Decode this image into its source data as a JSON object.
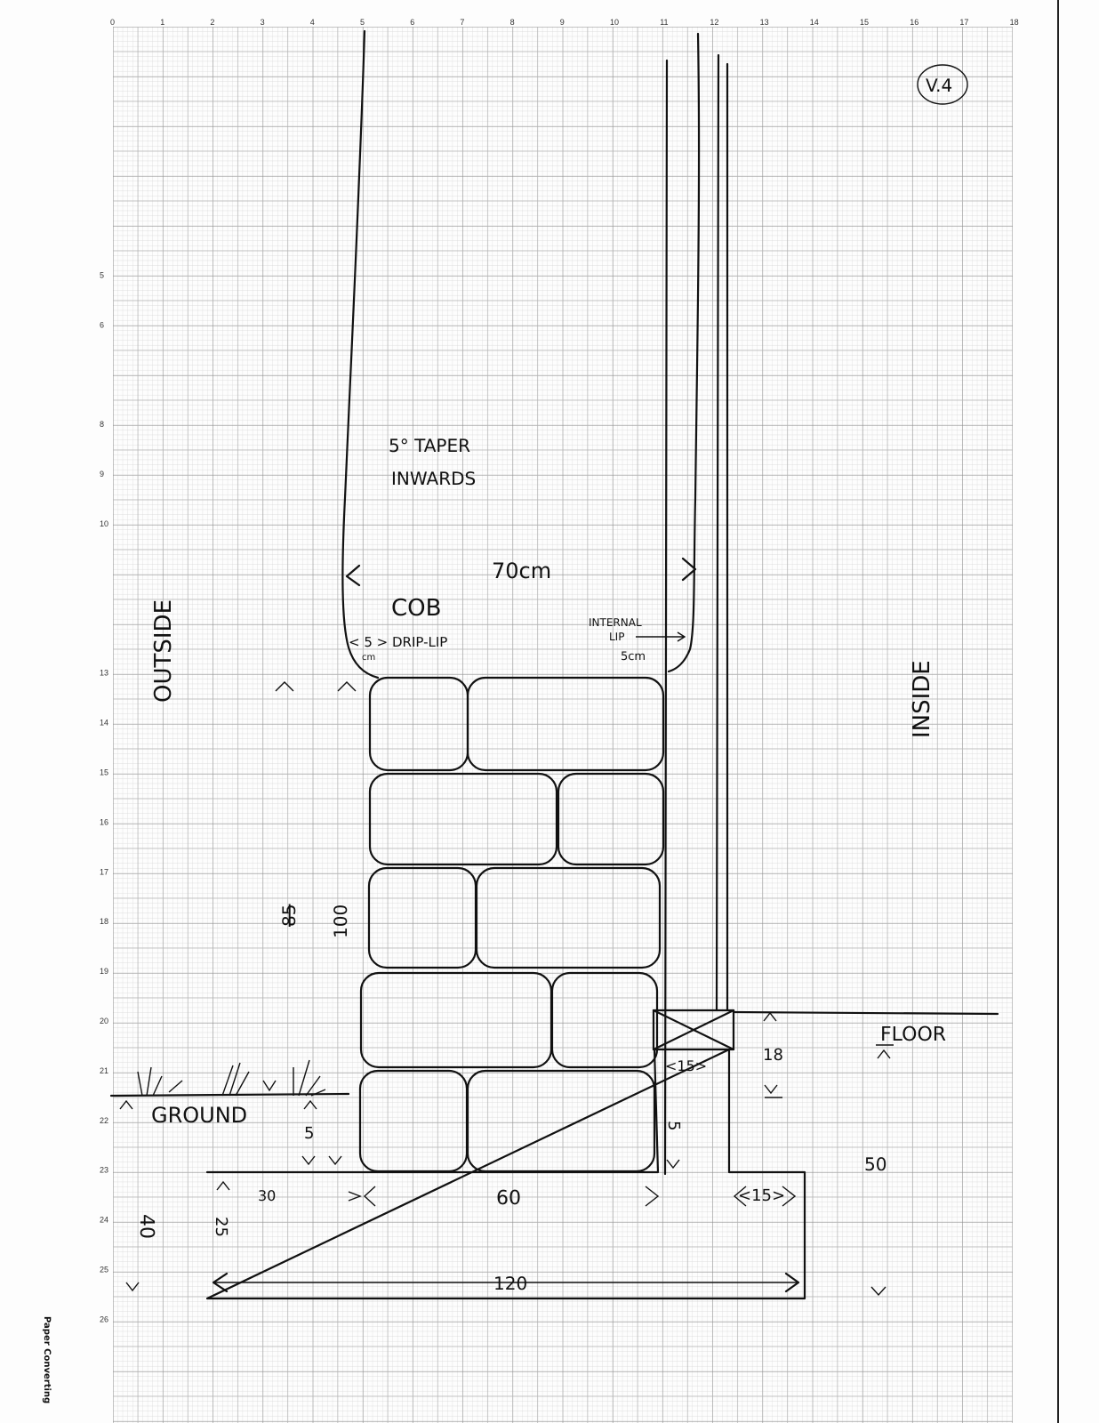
{
  "ruler": {
    "top": [
      "0",
      "1",
      "2",
      "3",
      "4",
      "5",
      "6",
      "7",
      "8",
      "9",
      "10",
      "11",
      "12",
      "13",
      "14",
      "15",
      "16",
      "17",
      "18"
    ],
    "left": [
      {
        "label": "5",
        "row": 5
      },
      {
        "label": "6",
        "row": 6
      },
      {
        "label": "8",
        "row": 8
      },
      {
        "label": "9",
        "row": 9
      },
      {
        "label": "10",
        "row": 10
      },
      {
        "label": "13",
        "row": 13
      },
      {
        "label": "14",
        "row": 14
      },
      {
        "label": "15",
        "row": 15
      },
      {
        "label": "16",
        "row": 16
      },
      {
        "label": "17",
        "row": 17
      },
      {
        "label": "18",
        "row": 18
      },
      {
        "label": "19",
        "row": 19
      },
      {
        "label": "20",
        "row": 20
      },
      {
        "label": "21",
        "row": 21
      },
      {
        "label": "22",
        "row": 22
      },
      {
        "label": "23",
        "row": 23
      },
      {
        "label": "24",
        "row": 24
      },
      {
        "label": "25",
        "row": 25
      },
      {
        "label": "26",
        "row": 26
      }
    ]
  },
  "version_label": "V.4",
  "labels": {
    "taper_line1": "5° TAPER",
    "taper_line2": "INWARDS",
    "cob_width": "70cm",
    "cob": "COB",
    "drip_lip": "< 5 > DRIP-LIP",
    "drip_lip_unit": "cm",
    "internal_lip_line1": "INTERNAL",
    "internal_lip_line2": "LIP",
    "internal_lip_value": "5cm",
    "outside": "OUTSIDE",
    "inside": "INSIDE",
    "bale_height_struck": "85",
    "bale_height": "100",
    "ground": "GROUND",
    "ground_offset": "5",
    "floor": "FLOOR",
    "floor_height": "18",
    "joist_width": "<15>",
    "pier_offset": "5",
    "floor_depth": "50",
    "footing_left": "30",
    "footing_middle": "60",
    "footing_right": "<15>",
    "footing_depth": "40",
    "footing_above": "25",
    "footing_width": "120"
  },
  "margin_text": "Paper Converting",
  "colors": {
    "ink": "#111111",
    "grid_major": "#9a9a9a",
    "grid_minor": "#d0d0d0"
  }
}
